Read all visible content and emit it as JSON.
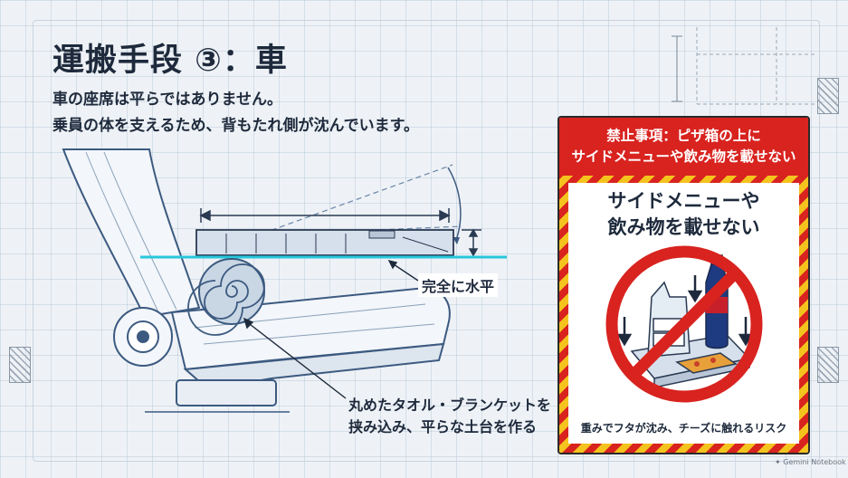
{
  "title": "運搬手段 ③：車",
  "description": {
    "line1": "車の座席は平らではありません。",
    "line2": "乗員の体を支えるため、背もたれ側が沈んでいます。"
  },
  "callouts": {
    "level": "完全に水平",
    "towel_line1": "丸めたタオル・ブランケットを",
    "towel_line2": "挟み込み、平らな土台を作る"
  },
  "warning": {
    "header_line1": "禁止事項：ピザ箱の上に",
    "header_line2": "サイドメニューや飲み物を載せない",
    "big_line1": "サイドメニューや",
    "big_line2": "飲み物を載せない",
    "risk": "重みでフタが沈み、チーズに触れるリスク"
  },
  "watermark": "Gemini Notebook",
  "icons": [
    "ban-sign-icon",
    "cola-bottle-icon",
    "plastic-bag-icon",
    "pizza-icon",
    "down-arrow-icon",
    "logo-icon"
  ],
  "colors": {
    "ink": "#1e2a3c",
    "line": "#3c5a80",
    "level_line": "#27c7dc",
    "warning_red": "#d8231f",
    "warning_yellow": "#f4c31e"
  }
}
